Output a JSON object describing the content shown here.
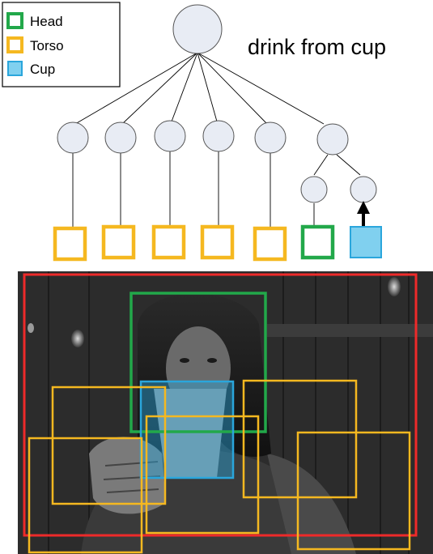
{
  "caption": "drink from cup",
  "legend": [
    {
      "label": "Head",
      "kind": "outline",
      "color": "#22a84a"
    },
    {
      "label": "Torso",
      "kind": "outline",
      "color": "#f5b820"
    },
    {
      "label": "Cup",
      "kind": "filled",
      "color": "#2aa6dc",
      "fill": "#80d0ef"
    }
  ],
  "colors": {
    "node_fill": "#e8ecf4",
    "node_stroke": "#555555",
    "edge": "#000000",
    "scene_box": "#ee2a2a",
    "head": "#22a84a",
    "torso": "#f5b820",
    "cup": "#2aa6dc",
    "cup_fill": "#80d0ef",
    "arrow": "#000000"
  },
  "tree": {
    "root": "root-node",
    "children": [
      "torso-1",
      "torso-2",
      "torso-3",
      "torso-4",
      "torso-5",
      "interaction-node"
    ],
    "interaction_children": [
      "head-node",
      "cup-node"
    ]
  },
  "part_labels": [
    "Torso",
    "Torso",
    "Torso",
    "Torso",
    "Torso",
    "Head",
    "Cup"
  ],
  "photo_description": "grayscale photo of a woman drinking from a cup",
  "detections": [
    {
      "label": "Head"
    },
    {
      "label": "Cup"
    },
    {
      "label": "Torso"
    },
    {
      "label": "Torso"
    },
    {
      "label": "Torso"
    },
    {
      "label": "Torso"
    },
    {
      "label": "Torso"
    }
  ]
}
